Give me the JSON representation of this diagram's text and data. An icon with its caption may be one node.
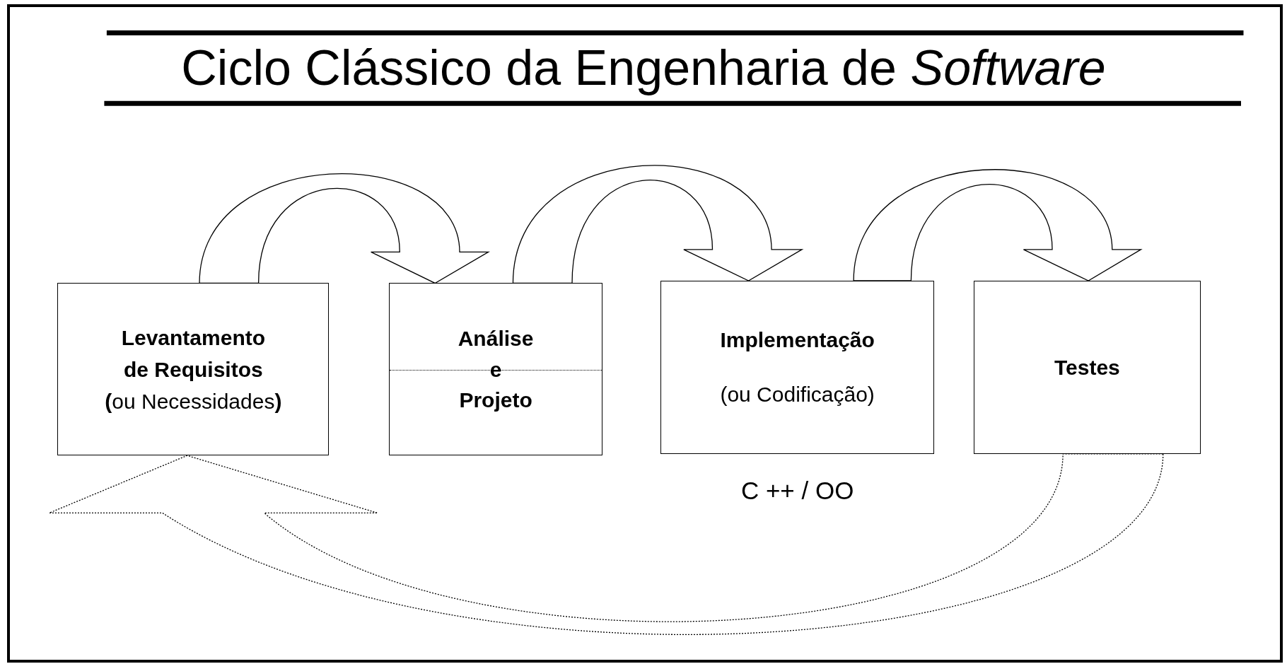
{
  "diagram": {
    "title": "Ciclo Clássico da Engenharia de *Software*",
    "nodes": [
      {
        "text": [
          "Levantamento de Requisitos",
          "**(**ou Necessidades**)**"
        ]
      },
      {
        "text": [
          "Análise e Projeto"
        ]
      },
      {
        "text": [
          "Implementação",
          "(ou Codificação)"
        ],
        "beside": [
          "C ++ / OO"
        ]
      },
      {
        "text": [
          "Testes"
        ]
      }
    ],
    "edges": [
      {
        "from": 0,
        "to": 1,
        "arrow": "to"
      },
      {
        "from": 1,
        "to": 2,
        "arrow": "to"
      },
      {
        "from": 2,
        "to": 3,
        "arrow": "to"
      },
      {
        "from": 3,
        "to": 0,
        "arrow": "to",
        "style": "dashed"
      }
    ]
  }
}
